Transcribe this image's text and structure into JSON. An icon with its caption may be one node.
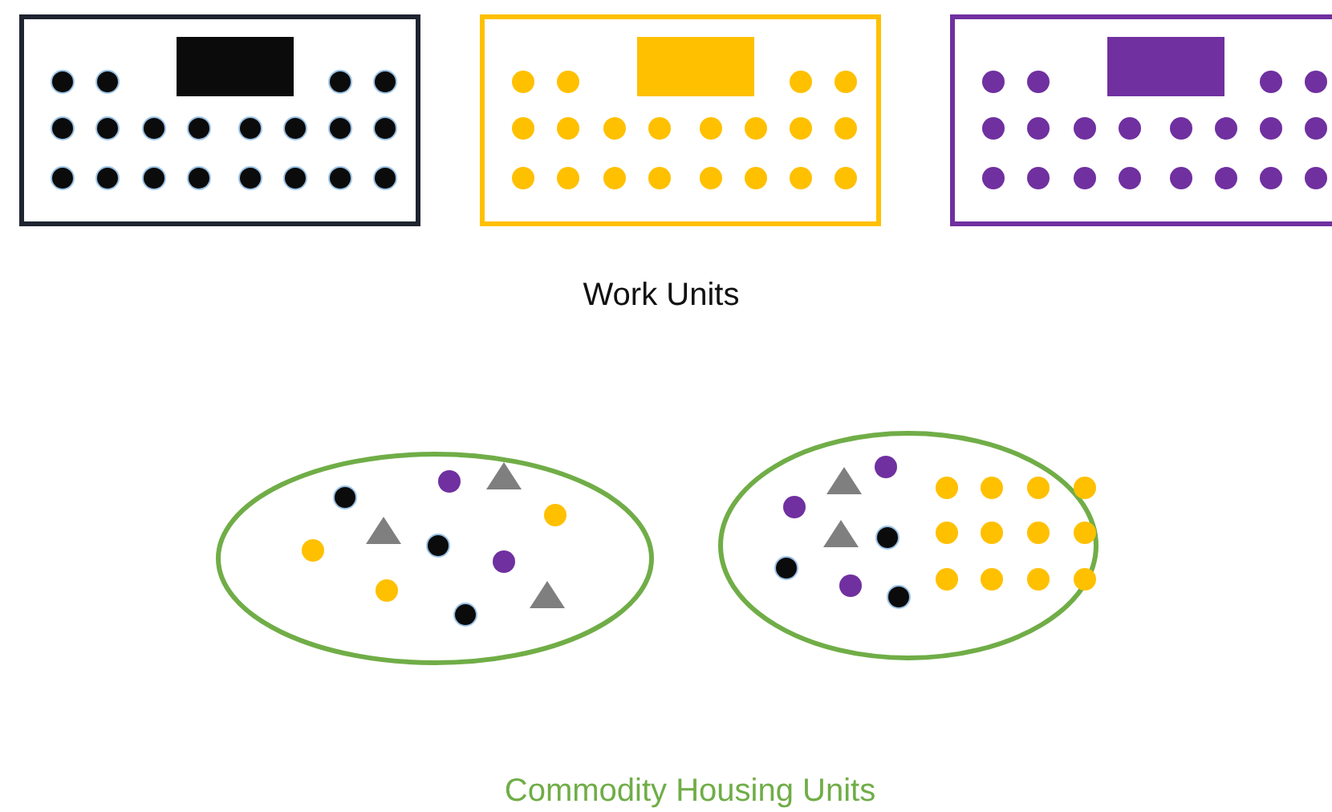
{
  "diagram": {
    "nodes": [
      {
        "text": [],
        "shape": "box"
      },
      {
        "text": [],
        "shape": "box"
      },
      {
        "text": [],
        "shape": "box"
      },
      {
        "text": [],
        "shape": "ellipse"
      },
      {
        "text": [],
        "shape": "ellipse"
      }
    ],
    "labels": [
      "Work Units",
      "Commodity Housing Units"
    ]
  }
}
